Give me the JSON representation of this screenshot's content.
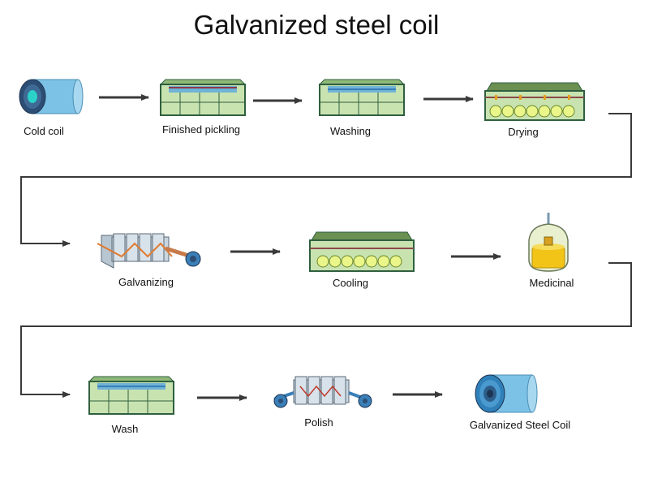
{
  "title": "Galvanized steel coil",
  "colors": {
    "frame": "#2f5f3f",
    "tank": "#c9e3b0",
    "water": "#6fb3d6",
    "arrow": "#3a3a3a",
    "coil": "#7cc2e6",
    "roller": "#eaf58a",
    "zinc": "#f2c418"
  },
  "steps": [
    {
      "id": "cold-coil",
      "label": "Cold coil",
      "icon": "steel-coil-icon"
    },
    {
      "id": "finished-pickling",
      "label": "Finished pickling",
      "icon": "pickling-tank-icon"
    },
    {
      "id": "washing",
      "label": "Washing",
      "icon": "washing-tank-icon"
    },
    {
      "id": "drying",
      "label": "Drying",
      "icon": "drying-oven-icon"
    },
    {
      "id": "galvanizing",
      "label": "Galvanizing",
      "icon": "galvanizing-line-icon"
    },
    {
      "id": "cooling",
      "label": "Cooling",
      "icon": "cooling-chamber-icon"
    },
    {
      "id": "medicinal",
      "label": "Medicinal",
      "icon": "chemical-vessel-icon"
    },
    {
      "id": "wash",
      "label": "Wash",
      "icon": "wash-tank-icon"
    },
    {
      "id": "polish",
      "label": "Polish",
      "icon": "polishing-line-icon"
    },
    {
      "id": "galvanized-steel-coil",
      "label": "Galvanized Steel Coil",
      "icon": "galvanized-coil-icon"
    }
  ]
}
